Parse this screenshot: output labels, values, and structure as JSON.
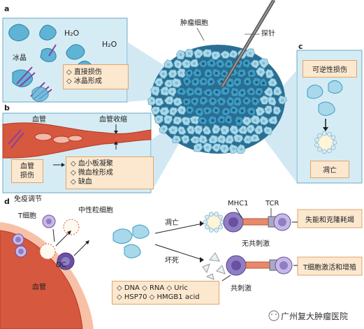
{
  "labels": {
    "a": "a",
    "b": "b",
    "c": "c",
    "d": "d",
    "tumor_cell": "肿瘤细胞",
    "probe": "探针",
    "h2o_1": "H₂O",
    "h2o_2": "H₂O",
    "ice_crystal": "冰晶",
    "vessel_b": "血管",
    "vasoconstriction": "血管收缩",
    "vascular_injury": "血管\n损伤",
    "immune_regulation": "免疫调节",
    "t_cell": "T细胞",
    "neutrophil": "中性粒细胞",
    "dc": "DC",
    "vessel_d": "血管",
    "apoptosis_d": "凋亡",
    "necrosis": "坏死",
    "mhc1": "MHC1",
    "tcr": "TCR",
    "no_costim": "无共刺激",
    "costim": "共刺激"
  },
  "boxes": {
    "a_effects": [
      "◇ 直接损伤",
      "◇ 冰晶形成"
    ],
    "b_effects": [
      "◇ 血小板凝聚",
      "◇ 微血栓形成",
      "◇ 缺血"
    ],
    "c_reversible": "可逆性损伤",
    "c_apoptosis": "凋亡",
    "d_anergy": "失能和克隆耗竭",
    "d_activation": "T细胞激活和增殖",
    "d_damps": [
      "◇ DNA  ◇ RNA  ◇ Uric",
      "◇ HSP70 ◇ HMGB1 acid"
    ]
  },
  "watermark": "广州复大肿瘤医院",
  "colors": {
    "panel_bg": "#d6ecf5",
    "panel_border": "#6aa9c4",
    "tumor_light": "#a8d8ea",
    "tumor_dark": "#3d9cc4",
    "box_bg": "#fbe8cf",
    "box_border": "#e0a569",
    "vessel": "#c8452f",
    "t_cell": "#8e7fc4",
    "dc_cell": "#6b4fa0"
  }
}
